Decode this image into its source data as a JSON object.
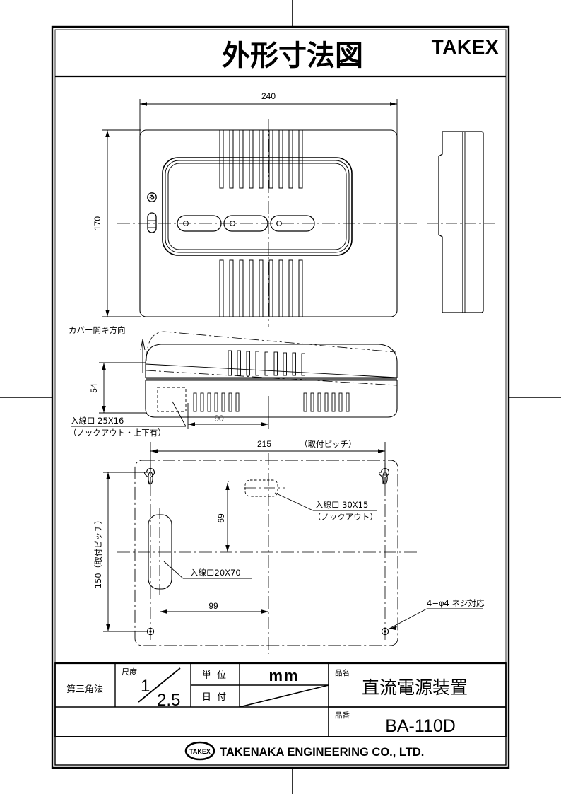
{
  "sheet": {
    "title": "外形寸法図",
    "brand": "TAKEX",
    "registration_marks": [
      "top-center",
      "left-middle",
      "right-middle",
      "bottom-center"
    ]
  },
  "views": {
    "front": {
      "name": "front-view",
      "dim_width": "240",
      "dim_height": "170",
      "indicator_count": 3,
      "screw": "cross-head-screw",
      "slot": "oval-slot"
    },
    "side": {
      "name": "side-view"
    },
    "section": {
      "name": "side-section-view",
      "dim_height": "54",
      "dim_offset": "90",
      "cover_note": "カバー開キ方向",
      "entry_note_line1": "入線口 25X16",
      "entry_note_line2": "（ノックアウト・上下有）"
    },
    "rear": {
      "name": "rear-view",
      "dim_pitch_h": "215",
      "dim_pitch_h_note": "（取付ピッチ）",
      "dim_pitch_v": "150（取付ピッチ）",
      "dim_69": "69",
      "dim_99": "99",
      "entry_30x15_line1": "入線口 30X15",
      "entry_30x15_line2": "（ノックアウト）",
      "entry_20x70": "入線口20X70",
      "screw_note": "4−φ4 ネジ対応"
    }
  },
  "title_block": {
    "projection": "第三角法",
    "scale_label": "尺度",
    "scale_numerator": "1",
    "scale_denominator": "2.5",
    "unit_label": "単  位",
    "unit_value": "mm",
    "date_label": "日  付",
    "date_value": "",
    "product_name_label": "品名",
    "product_name": "直流電源装置",
    "part_no_label": "品番",
    "part_no": "BA-110D"
  },
  "footer": {
    "logo": "TAKEX",
    "company": "TAKENAKA ENGINEERING CO., LTD."
  },
  "colors": {
    "line": "#000000",
    "background": "#ffffff"
  }
}
